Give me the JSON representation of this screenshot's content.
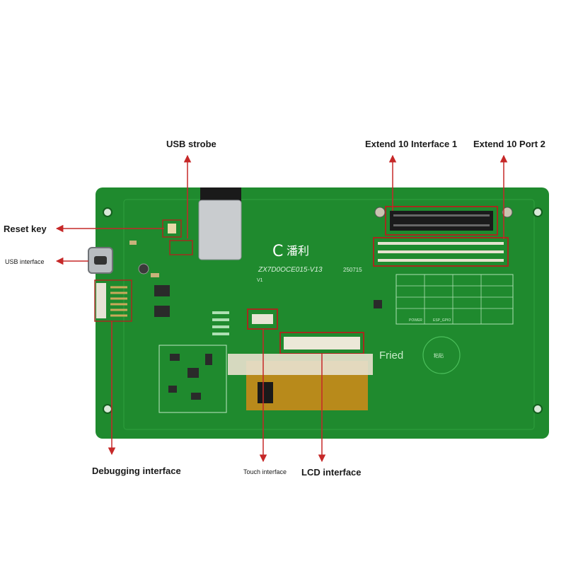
{
  "callouts": {
    "usb_strobe": "USB strobe",
    "extend_interface_1": "Extend 10 Interface 1",
    "extend_port_2": "Extend 10 Port 2",
    "reset_key": "Reset key",
    "usb_interface": "USB interface",
    "debugging_interface": "Debugging interface",
    "touch_interface": "Touch interface",
    "lcd_interface": "LCD interface"
  },
  "board": {
    "brand_text": "潘利",
    "model_text": "ZX7D0OCE015-V13",
    "date_code": "250715",
    "fried_text": "Fried",
    "circle_text": "粘贴",
    "silk_left": "V1",
    "pin_labels": [
      "POWER",
      "ESP_GPIO"
    ]
  },
  "colors": {
    "pcb": "#1f8a2e",
    "pcb_dark": "#187324",
    "callout": "#c62828",
    "highlight_box": "#a32c1e"
  }
}
